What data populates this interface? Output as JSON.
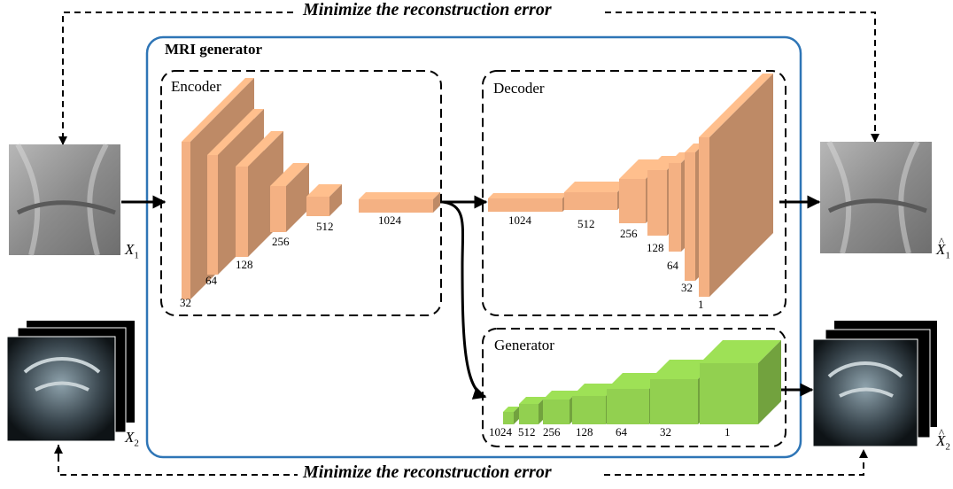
{
  "title_top": "Minimize the reconstruction error",
  "title_bottom": "Minimize the reconstruction error",
  "mri_generator": {
    "label": "MRI generator"
  },
  "encoder": {
    "label": "Encoder",
    "dims": [
      "32",
      "64",
      "128",
      "256",
      "512",
      "1024"
    ]
  },
  "decoder": {
    "label": "Decoder",
    "dims": [
      "1024",
      "512",
      "256",
      "128",
      "64",
      "32",
      "1"
    ]
  },
  "generator": {
    "label": "Generator",
    "dims": [
      "1024",
      "512",
      "256",
      "128",
      "64",
      "32",
      "1"
    ]
  },
  "variables": {
    "x1": {
      "letter": "X",
      "sub": "1"
    },
    "x1_hat": {
      "letter": "X",
      "sub": "1",
      "accent": "^"
    },
    "x2": {
      "letter": "X",
      "sub": "2"
    },
    "x2_hat": {
      "letter": "X",
      "sub": "2",
      "accent": "^"
    }
  },
  "colors": {
    "mri_border": "#2e75b6",
    "layer_orange": "#f4b183",
    "layer_green": "#92d050"
  }
}
